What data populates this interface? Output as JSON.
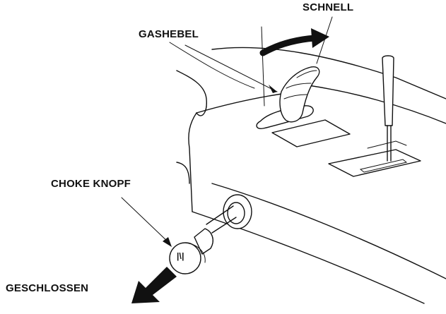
{
  "labels": {
    "schnell": "SCHNELL",
    "gashebel": "GASHEBEL",
    "choke": "CHOKE KNOPF",
    "geschlossen": "GESCHLOSSEN"
  },
  "choke_knob_symbol": "|\\|",
  "icons": {
    "throttle_direction": "curved-arrow-icon",
    "choke_direction": "thick-arrow-icon"
  }
}
